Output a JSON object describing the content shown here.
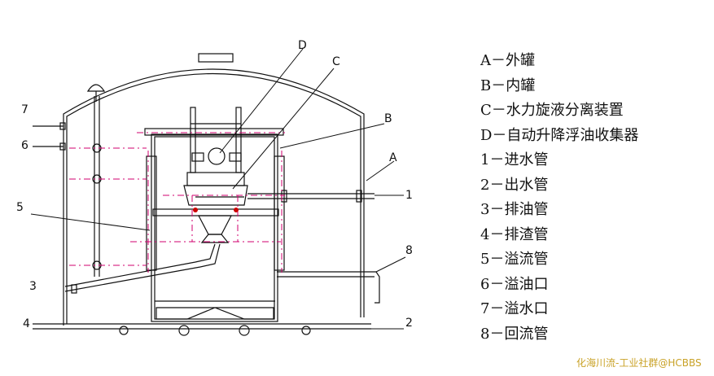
{
  "diagram": {
    "callouts": {
      "A": "A",
      "B": "B",
      "C": "C",
      "D": "D",
      "n1": "1",
      "n2": "2",
      "n3": "3",
      "n4": "4",
      "n5": "5",
      "n6": "6",
      "n7": "7",
      "n8": "8"
    },
    "legend": [
      "A－外罐",
      "B－内罐",
      "C－水力旋液分离装置",
      "D－自动升降浮油收集器",
      "1－进水管",
      "2－出水管",
      "3－排油管",
      "4－排渣管",
      "5－溢流管",
      "6－溢油口",
      "7－溢水口",
      "8－回流管"
    ],
    "watermark": "化海川流-工业社群@HCBBS",
    "colors": {
      "line": "#111111",
      "dash": "#d0006f",
      "watermark": "#c9a227"
    }
  }
}
